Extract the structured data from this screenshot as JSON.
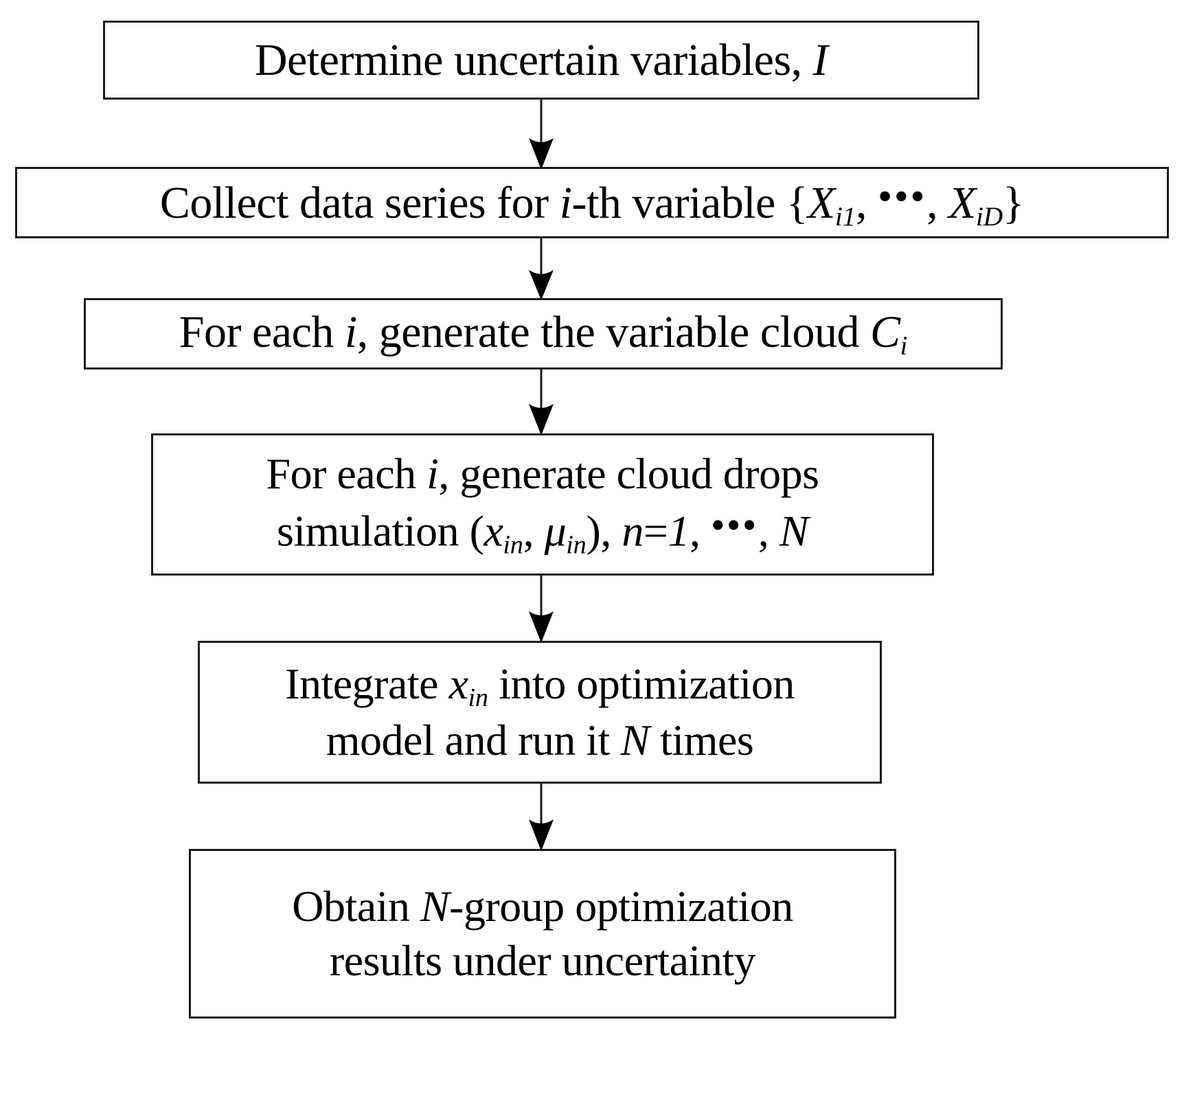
{
  "diagram": {
    "title": "Cloud-model based uncertainty optimization flowchart",
    "orientation": "top-to-bottom",
    "background_color": "#ffffff",
    "line_color": "#1a1a1a",
    "text_color": "#000000",
    "nodes": [
      {
        "id": "determine-uncertain-variables",
        "shape": "rectangle",
        "text_plain": "Determine uncertain variables, I",
        "lines": [
          [
            {
              "t": "Determine uncertain variables, ",
              "style": "roman"
            },
            {
              "t": "I",
              "style": "italic"
            }
          ]
        ]
      },
      {
        "id": "collect-data-series",
        "shape": "rectangle",
        "text_plain": "Collect data series for i-th variable {Xi1, ⋯, XiD}",
        "lines": [
          [
            {
              "t": "Collect data series for ",
              "style": "roman"
            },
            {
              "t": "i",
              "style": "italic"
            },
            {
              "t": "-th variable {",
              "style": "roman"
            },
            {
              "t": "X",
              "style": "italic"
            },
            {
              "t": "i1",
              "style": "subscript"
            },
            {
              "t": ", ",
              "style": "roman"
            },
            {
              "t": "•••",
              "style": "dots"
            },
            {
              "t": ", ",
              "style": "roman"
            },
            {
              "t": "X",
              "style": "italic"
            },
            {
              "t": "iD",
              "style": "subscript"
            },
            {
              "t": "}",
              "style": "roman"
            }
          ]
        ]
      },
      {
        "id": "generate-variable-cloud",
        "shape": "rectangle",
        "text_plain": "For each i, generate the variable cloud Ci",
        "lines": [
          [
            {
              "t": "For each ",
              "style": "roman"
            },
            {
              "t": "i",
              "style": "italic"
            },
            {
              "t": ", generate the variable cloud ",
              "style": "roman"
            },
            {
              "t": "C",
              "style": "italic"
            },
            {
              "t": "i",
              "style": "subscript"
            }
          ]
        ]
      },
      {
        "id": "generate-cloud-drops",
        "shape": "rectangle",
        "text_plain": "For each i, generate cloud drops simulation (xin, μin), n=1, ⋯, N",
        "lines": [
          [
            {
              "t": "For each ",
              "style": "roman"
            },
            {
              "t": "i",
              "style": "italic"
            },
            {
              "t": ", generate cloud drops",
              "style": "roman"
            }
          ],
          [
            {
              "t": "simulation (",
              "style": "roman"
            },
            {
              "t": "x",
              "style": "italic"
            },
            {
              "t": "in",
              "style": "subscript"
            },
            {
              "t": ", ",
              "style": "roman"
            },
            {
              "t": "μ",
              "style": "italic"
            },
            {
              "t": "in",
              "style": "subscript"
            },
            {
              "t": "), ",
              "style": "roman"
            },
            {
              "t": "n",
              "style": "italic"
            },
            {
              "t": "=",
              "style": "roman"
            },
            {
              "t": "1",
              "style": "italic"
            },
            {
              "t": ", ",
              "style": "roman"
            },
            {
              "t": "•••",
              "style": "dots"
            },
            {
              "t": ", ",
              "style": "roman"
            },
            {
              "t": "N",
              "style": "italic"
            }
          ]
        ]
      },
      {
        "id": "integrate-into-optimization-model",
        "shape": "rectangle",
        "text_plain": "Integrate xin into optimization model and run it N times",
        "lines": [
          [
            {
              "t": "Integrate ",
              "style": "roman"
            },
            {
              "t": "x",
              "style": "italic"
            },
            {
              "t": "in",
              "style": "subscript"
            },
            {
              "t": " into optimization",
              "style": "roman"
            }
          ],
          [
            {
              "t": "model and run it ",
              "style": "roman"
            },
            {
              "t": "N",
              "style": "italic"
            },
            {
              "t": " times",
              "style": "roman"
            }
          ]
        ]
      },
      {
        "id": "obtain-optimization-results",
        "shape": "rectangle",
        "text_plain": "Obtain N-group optimization results under uncertainty",
        "lines": [
          [
            {
              "t": "Obtain ",
              "style": "roman"
            },
            {
              "t": "N",
              "style": "italic"
            },
            {
              "t": "-group optimization",
              "style": "roman"
            }
          ],
          [
            {
              "t": "results under uncertainty",
              "style": "roman"
            }
          ]
        ]
      }
    ],
    "connectors": [
      {
        "id": "conn-1",
        "from": "determine-uncertain-variables",
        "to": "collect-data-series",
        "style": "solid-arrow-down",
        "label": ""
      },
      {
        "id": "conn-2",
        "from": "collect-data-series",
        "to": "generate-variable-cloud",
        "style": "solid-arrow-down",
        "label": ""
      },
      {
        "id": "conn-3",
        "from": "generate-variable-cloud",
        "to": "generate-cloud-drops",
        "style": "solid-arrow-down",
        "label": ""
      },
      {
        "id": "conn-4",
        "from": "generate-cloud-drops",
        "to": "integrate-into-optimization-model",
        "style": "solid-arrow-down",
        "label": ""
      },
      {
        "id": "conn-5",
        "from": "integrate-into-optimization-model",
        "to": "obtain-optimization-results",
        "style": "solid-arrow-down",
        "label": ""
      }
    ]
  }
}
